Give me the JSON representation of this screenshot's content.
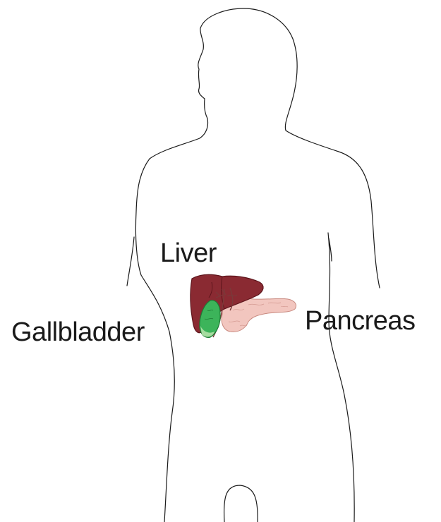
{
  "labels": {
    "liver": "Liver",
    "gallbladder": "Gallbladder",
    "pancreas": "Pancreas"
  },
  "colors": {
    "outline": "#1a1a1a",
    "liver": "#8a2a32",
    "liver_dark": "#5e151c",
    "gallbladder": "#3cb45a",
    "gallbladder_dark": "#1f7a35",
    "pancreas": "#f2c6bf",
    "pancreas_line": "#c98a80",
    "duct": "#7a3a3a"
  }
}
